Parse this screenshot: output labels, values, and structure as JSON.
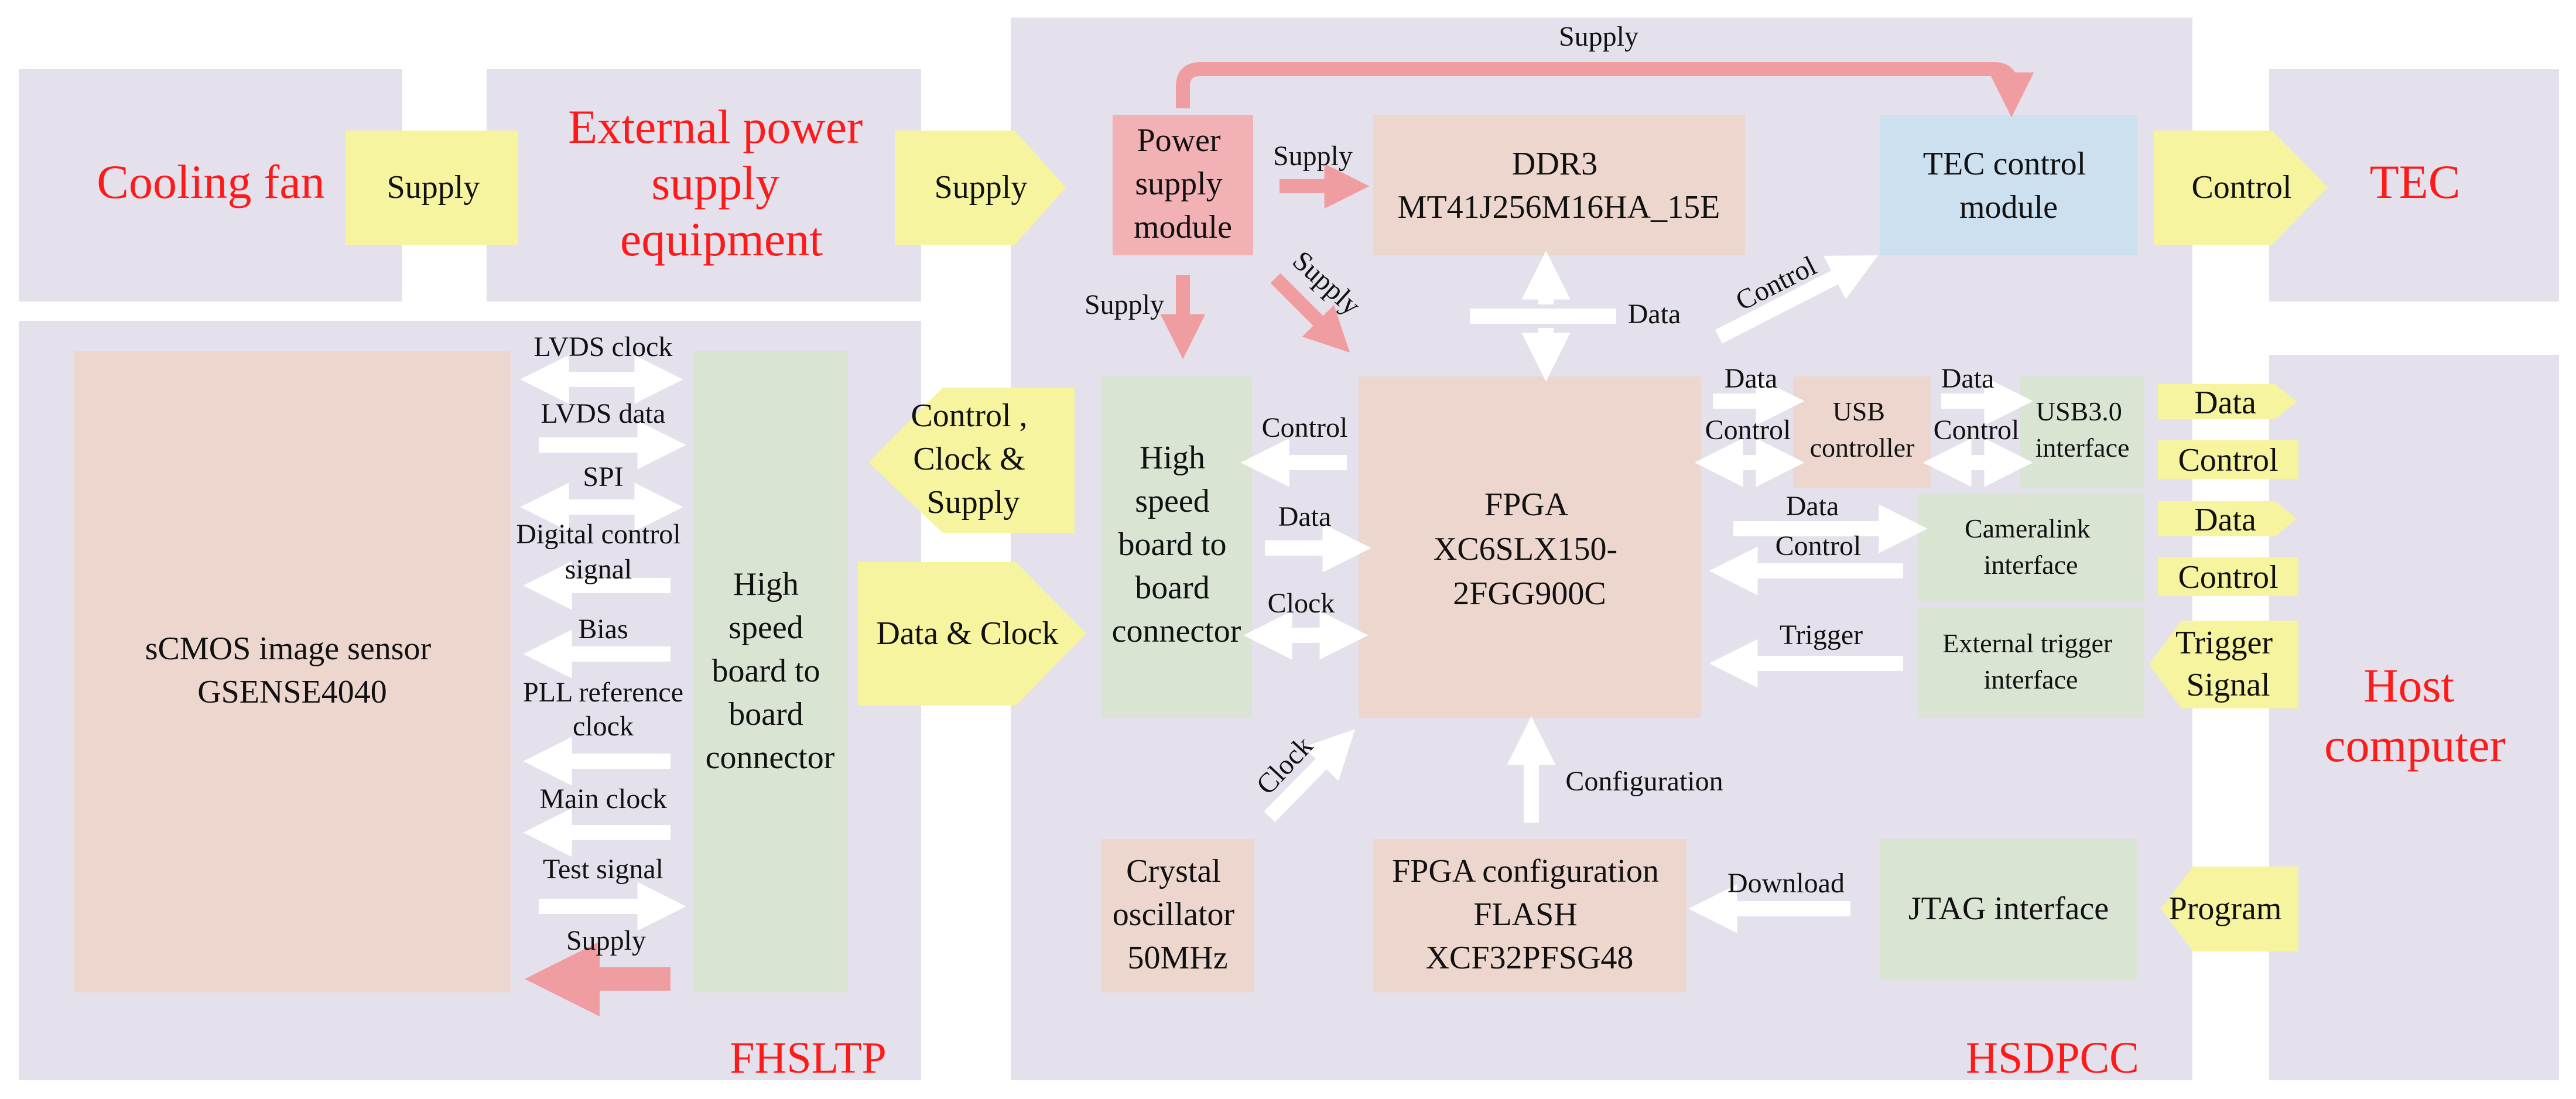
{
  "colors": {
    "region": "#e4e1ec",
    "box_tan": "#ecd6ce",
    "box_green": "#d9e4d3",
    "box_blue": "#cde0f0",
    "box_pink": "#f2b1b4",
    "yellow_arrow": "#f6f49f",
    "pink_arrow": "#f09da2",
    "white_arrow": "#ffffff",
    "red_text": "#ff1a1a"
  },
  "regions": {
    "cooling_fan": "Cooling fan",
    "external_power": [
      "External power",
      "supply",
      "equipment"
    ],
    "tec": "TEC",
    "host_computer": [
      "Host",
      "computer"
    ],
    "fhsltp": "FHSLTP",
    "hsdpcc": "HSDPCC"
  },
  "boxes": {
    "power_module": [
      "Power",
      "supply",
      "module"
    ],
    "ddr3": [
      "DDR3",
      "MT41J256M16HA_15E"
    ],
    "tec_control": [
      "TEC control",
      "module"
    ],
    "sensor": [
      "sCMOS image sensor",
      "GSENSE4040"
    ],
    "connector_left": [
      "High",
      "speed",
      "board to",
      "board",
      "connector"
    ],
    "connector_mid": [
      "High",
      "speed",
      "board to",
      "board",
      "connector"
    ],
    "fpga": [
      "FPGA",
      "XC6SLX150-",
      "2FGG900C"
    ],
    "usb_controller": [
      "USB",
      "controller"
    ],
    "usb3_interface": [
      "USB3.0",
      "interface"
    ],
    "cameralink": [
      "Cameralink",
      "interface"
    ],
    "ext_trigger": [
      "External trigger",
      "interface"
    ],
    "crystal": [
      "Crystal",
      "oscillator",
      "50MHz"
    ],
    "flash": [
      "FPGA configuration",
      "FLASH",
      "XCF32PFSG48"
    ],
    "jtag": "JTAG interface"
  },
  "arrows": {
    "supply_fan": "Supply",
    "supply_ext": "Supply",
    "control_tec": "Control",
    "ctrl_clock_supply": [
      "Control ,",
      "Clock &",
      "Supply"
    ],
    "data_clock": "Data & Clock",
    "host_data_1": "Data",
    "host_control_1": "Control",
    "host_data_2": "Data",
    "host_control_2": "Control",
    "host_trigger": [
      "Trigger",
      "Signal"
    ],
    "host_program": "Program"
  },
  "sensor_signals": [
    "LVDS clock",
    "LVDS data",
    "SPI",
    "Digital control",
    "signal",
    "Bias",
    "PLL reference",
    "clock",
    "Main clock",
    "Test signal",
    "Supply"
  ],
  "labels": {
    "top_supply": "Supply",
    "supply_ddr": "Supply",
    "supply_diag": "Supply",
    "supply_down": "Supply",
    "data_ddr": "Data",
    "control_tec_diag": "Control",
    "control_mid": "Control",
    "data_mid": "Data",
    "clock_mid": "Clock",
    "data_usb": "Data",
    "control_usb": "Control",
    "data_usb3": "Data",
    "control_usb3": "Control",
    "data_cam": "Data",
    "control_cam": "Control",
    "trigger": "Trigger",
    "configuration": "Configuration",
    "download": "Download",
    "clock_crystal": "Clock"
  }
}
